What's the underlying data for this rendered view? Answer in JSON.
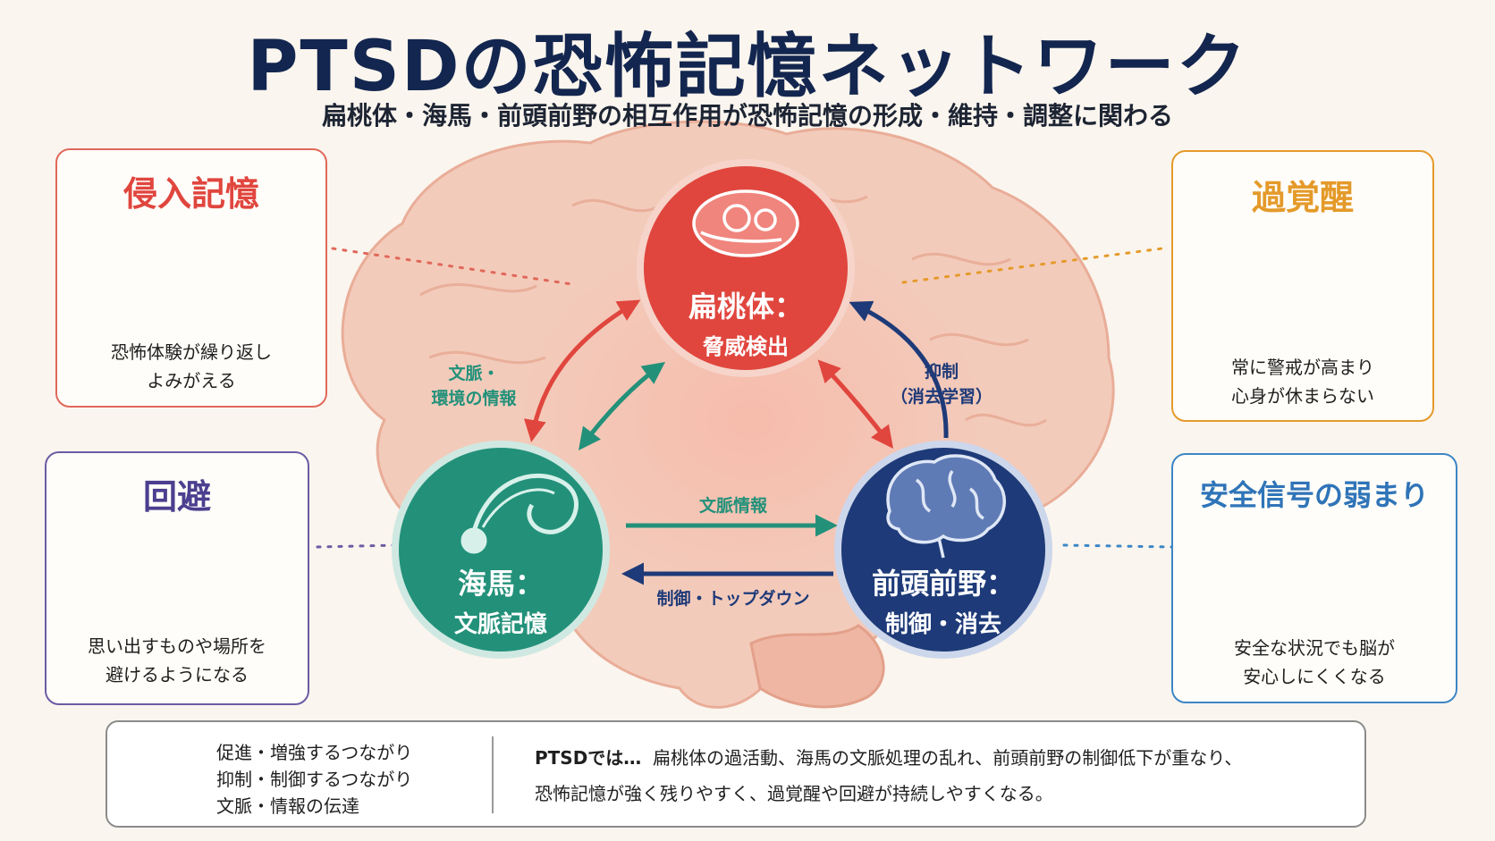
{
  "header": {
    "title": "PTSDの恐怖記憶ネットワーク",
    "subtitle": "扁桃体・海馬・前頭前野の相互作用が恐怖記憶の形成・維持・調整に関わる"
  },
  "colors": {
    "title": "#13264f",
    "amygdala": "#e0463e",
    "hippocampus": "#23917a",
    "prefrontal": "#1e3a78",
    "intrusion": "#e0685a",
    "hyperarousal": "#e49a2a",
    "avoidance": "#6b5ca5",
    "safety": "#3d86c6",
    "brain": "#f3c9b9"
  },
  "nodes": {
    "amygdala": {
      "name": "扁桃体：",
      "role": "脅威検出",
      "icon": "amygdala-icon"
    },
    "hippocampus": {
      "name": "海馬：",
      "role": "文脈記憶",
      "icon": "hippocampus-icon"
    },
    "prefrontal": {
      "name": "前頭前野：",
      "role": "制御・消去",
      "icon": "brain-icon"
    }
  },
  "edges": {
    "context_env_line1": "文脈・",
    "context_env_line2": "環境の情報",
    "inhibition_line1": "抑制",
    "inhibition_line2": "（消去学習）",
    "context_info": "文脈情報",
    "topdown": "制御・トップダウン"
  },
  "panels": {
    "intrusion": {
      "title": "侵入記憶",
      "desc_line1": "恐怖体験が繰り返し",
      "desc_line2": "よみがえる",
      "icon": "thought-bubble-icon"
    },
    "hyperarousal": {
      "title": "過覚醒",
      "desc_line1": "常に警戒が高まり",
      "desc_line2": "心身が休まらない",
      "icon": "alert-person-icon"
    },
    "avoidance": {
      "title": "回避",
      "desc_line1": "思い出すものや場所を",
      "desc_line2": "避けるようになる",
      "icon": "walking-away-icon"
    },
    "safety": {
      "title": "安全信号の弱まり",
      "desc_line1": "安全な状況でも脳が",
      "desc_line2": "安心しにくくなる",
      "icon": "cracked-shield-icon"
    }
  },
  "legend": {
    "items": [
      {
        "label": "促進・増強するつながり",
        "color": "#e0463e"
      },
      {
        "label": "抑制・制御するつながり",
        "color": "#1e3a78"
      },
      {
        "label": "文脈・情報の伝達",
        "color": "#23917a"
      }
    ],
    "summary_lead": "PTSDでは…",
    "summary_line1": "扁桃体の過活動、海馬の文脈処理の乱れ、前頭前野の制御低下が重なり、",
    "summary_line2": "恐怖記憶が強く残りやすく、過覚醒や回避が持続しやすくなる。"
  }
}
